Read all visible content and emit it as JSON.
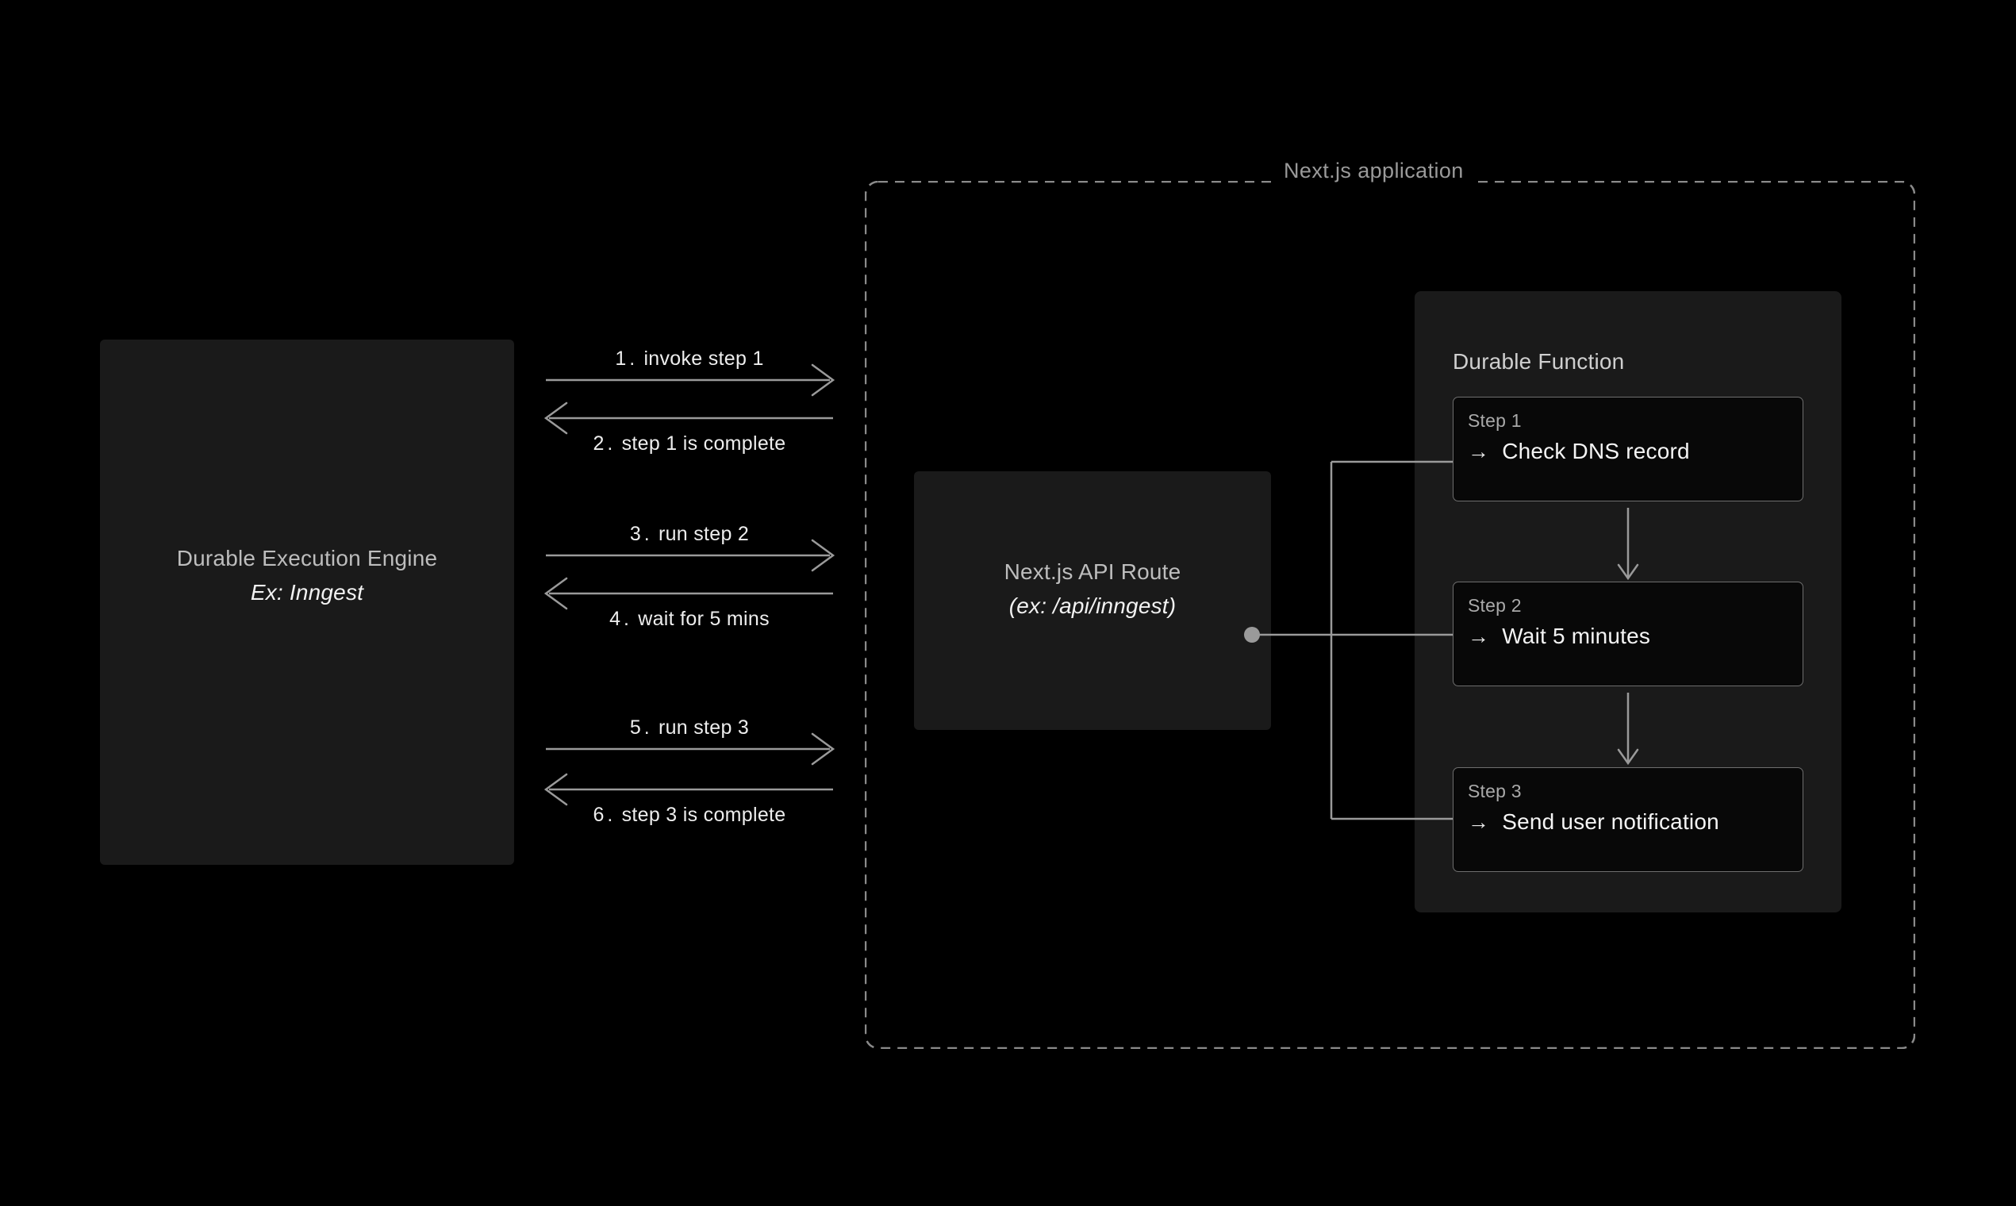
{
  "canvas": {
    "background": "#000000",
    "stroke_color": "#8a8a8a",
    "box_fill": "#1a1a1a",
    "card_fill": "#080808",
    "text_primary": "#f2f2f2",
    "text_muted": "#a9a9a9"
  },
  "engine": {
    "title": "Durable Execution Engine",
    "subtitle": "Ex: Inngest"
  },
  "application": {
    "title": "Next.js application"
  },
  "api_route": {
    "title": "Next.js API Route",
    "subtitle": "(ex: /api/inngest)"
  },
  "durable_function": {
    "title": "Durable Function",
    "steps": [
      {
        "kicker": "Step 1",
        "arrow": "→",
        "action": "Check DNS record"
      },
      {
        "kicker": "Step 2",
        "arrow": "→",
        "action": "Wait 5 minutes"
      },
      {
        "kicker": "Step 3",
        "arrow": "→",
        "action": "Send user notification"
      }
    ]
  },
  "sequence": [
    {
      "number": "1.",
      "text": "invoke step 1",
      "direction": "right",
      "label_position": "above"
    },
    {
      "number": "2.",
      "text": "step 1 is complete",
      "direction": "left",
      "label_position": "below"
    },
    {
      "number": "3.",
      "text": "run step 2",
      "direction": "right",
      "label_position": "above"
    },
    {
      "number": "4.",
      "text": "wait for 5 mins",
      "direction": "left",
      "label_position": "below"
    },
    {
      "number": "5.",
      "text": "run step 3",
      "direction": "right",
      "label_position": "above"
    },
    {
      "number": "6.",
      "text": "step 3 is complete",
      "direction": "left",
      "label_position": "below"
    }
  ]
}
